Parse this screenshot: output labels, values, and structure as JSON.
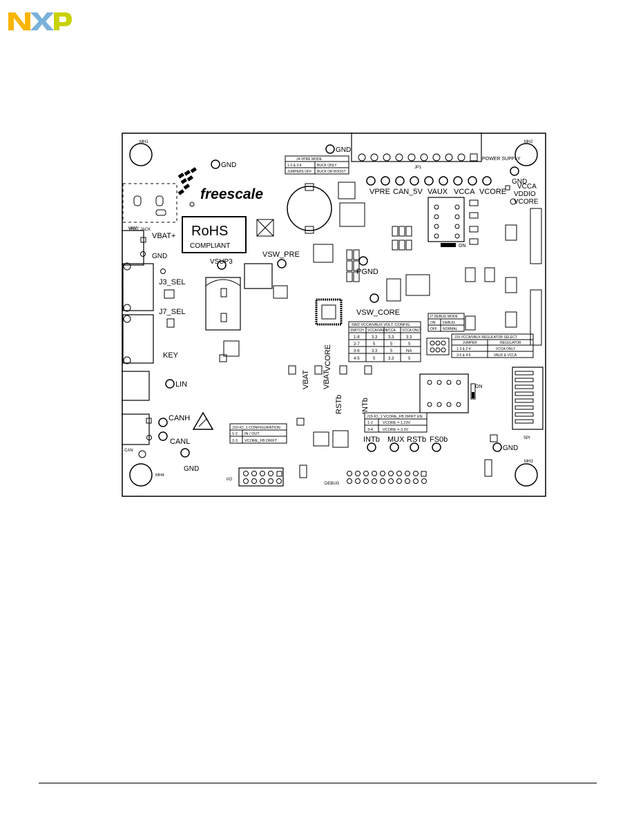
{
  "logo": {
    "text": "NXP",
    "colors": {
      "n": "#F9B500",
      "x": "#7BB1DB",
      "p": "#C9D200"
    }
  },
  "board": {
    "brand": "freescale",
    "rohs": {
      "line1": "RoHS",
      "line2": "COMPLIANT"
    },
    "mount_holes": [
      "MH1",
      "MH2",
      "MH3",
      "MH4"
    ],
    "power_supply": "POWER\nSUPPLY",
    "jp1": "JP1",
    "testpoint_row": [
      "VPRE",
      "CAN_5V",
      "VAUX",
      "VCCA",
      "VCORE"
    ],
    "right_supplies": [
      "VCCA",
      "VDDIO",
      "VCORE"
    ],
    "left_labels": {
      "vbat_plus": "VBAT+",
      "gnd_top": "GND",
      "vsup3": "VSUP3",
      "gnd_mid": "GND",
      "j3_sel": "J3_SEL",
      "j7_sel": "J7_SEL",
      "key": "KEY",
      "lin": "LIN",
      "canh": "CANH",
      "canl": "CANL",
      "gnd_bottom": "GND",
      "can": "CAN",
      "vbat": "VBAT",
      "vbat_jack": "VBAT JACK"
    },
    "center_labels": {
      "vsw_pre": "VSW_PRE",
      "pgnd": "PGND",
      "vsw_core": "VSW_CORE",
      "gnd_top": "GND",
      "gnd_tp2": "GND",
      "on": "ON",
      "spi": "SPI",
      "debug": "DEBUG",
      "io": "I/O"
    },
    "vert_labels": [
      "VBAT",
      "VBAT",
      "VCORE",
      "RSTb",
      "INTb"
    ],
    "bottom_row": [
      "INTb",
      "MUX",
      "RSTb",
      "FS0b"
    ],
    "j4_table": {
      "title": "J4-VPRE MODE",
      "rows": [
        [
          "1-2 & 3-4",
          "BUCK ONLY"
        ],
        [
          "JUMPERS OFF",
          "BUCK OR BOOST"
        ]
      ]
    },
    "sw2_table": {
      "title": "SW2 VCCA/VAUX VOLT. CONFIG",
      "header": [
        "SWITCH",
        "VCCA/VAUX",
        "VCCA",
        "VCCA ONLY"
      ],
      "rows": [
        [
          "1-8",
          "3.3",
          "3.3",
          "3.3"
        ],
        [
          "2-7",
          "5",
          "5",
          "5"
        ],
        [
          "3-6",
          "3.3",
          "5",
          "NA"
        ],
        [
          "4-5",
          "5",
          "3.3",
          "5"
        ]
      ]
    },
    "j7_table": {
      "title": "J7 DEBUG MODE",
      "rows": [
        [
          "ON",
          "DEBUG"
        ],
        [
          "OFF",
          "NORMAL"
        ]
      ]
    },
    "j9_table": {
      "title": "J19 VCCA/VAUX REGULATOR SELECT",
      "header": [
        "JUMPER",
        "REGULATOR"
      ],
      "rows": [
        [
          "1-3 & 2-4",
          "VCCA ONLY"
        ],
        [
          "3-5 & 4-6",
          "VAUX & VCCA"
        ]
      ]
    },
    "j10_table": {
      "title": "J10-IO_1 CONFIGURATION",
      "rows": [
        [
          "1-2",
          "IN / OUT"
        ],
        [
          "2-3",
          "VCORE_FB DRIFT"
        ]
      ]
    },
    "j15_table": {
      "title": "J15-IO_1 VCORE_FB DRIFT EN",
      "rows": [
        [
          "1-2",
          "VCORE = 1.23V"
        ],
        [
          "3-4",
          "VCORE = 3.3V"
        ]
      ]
    }
  }
}
